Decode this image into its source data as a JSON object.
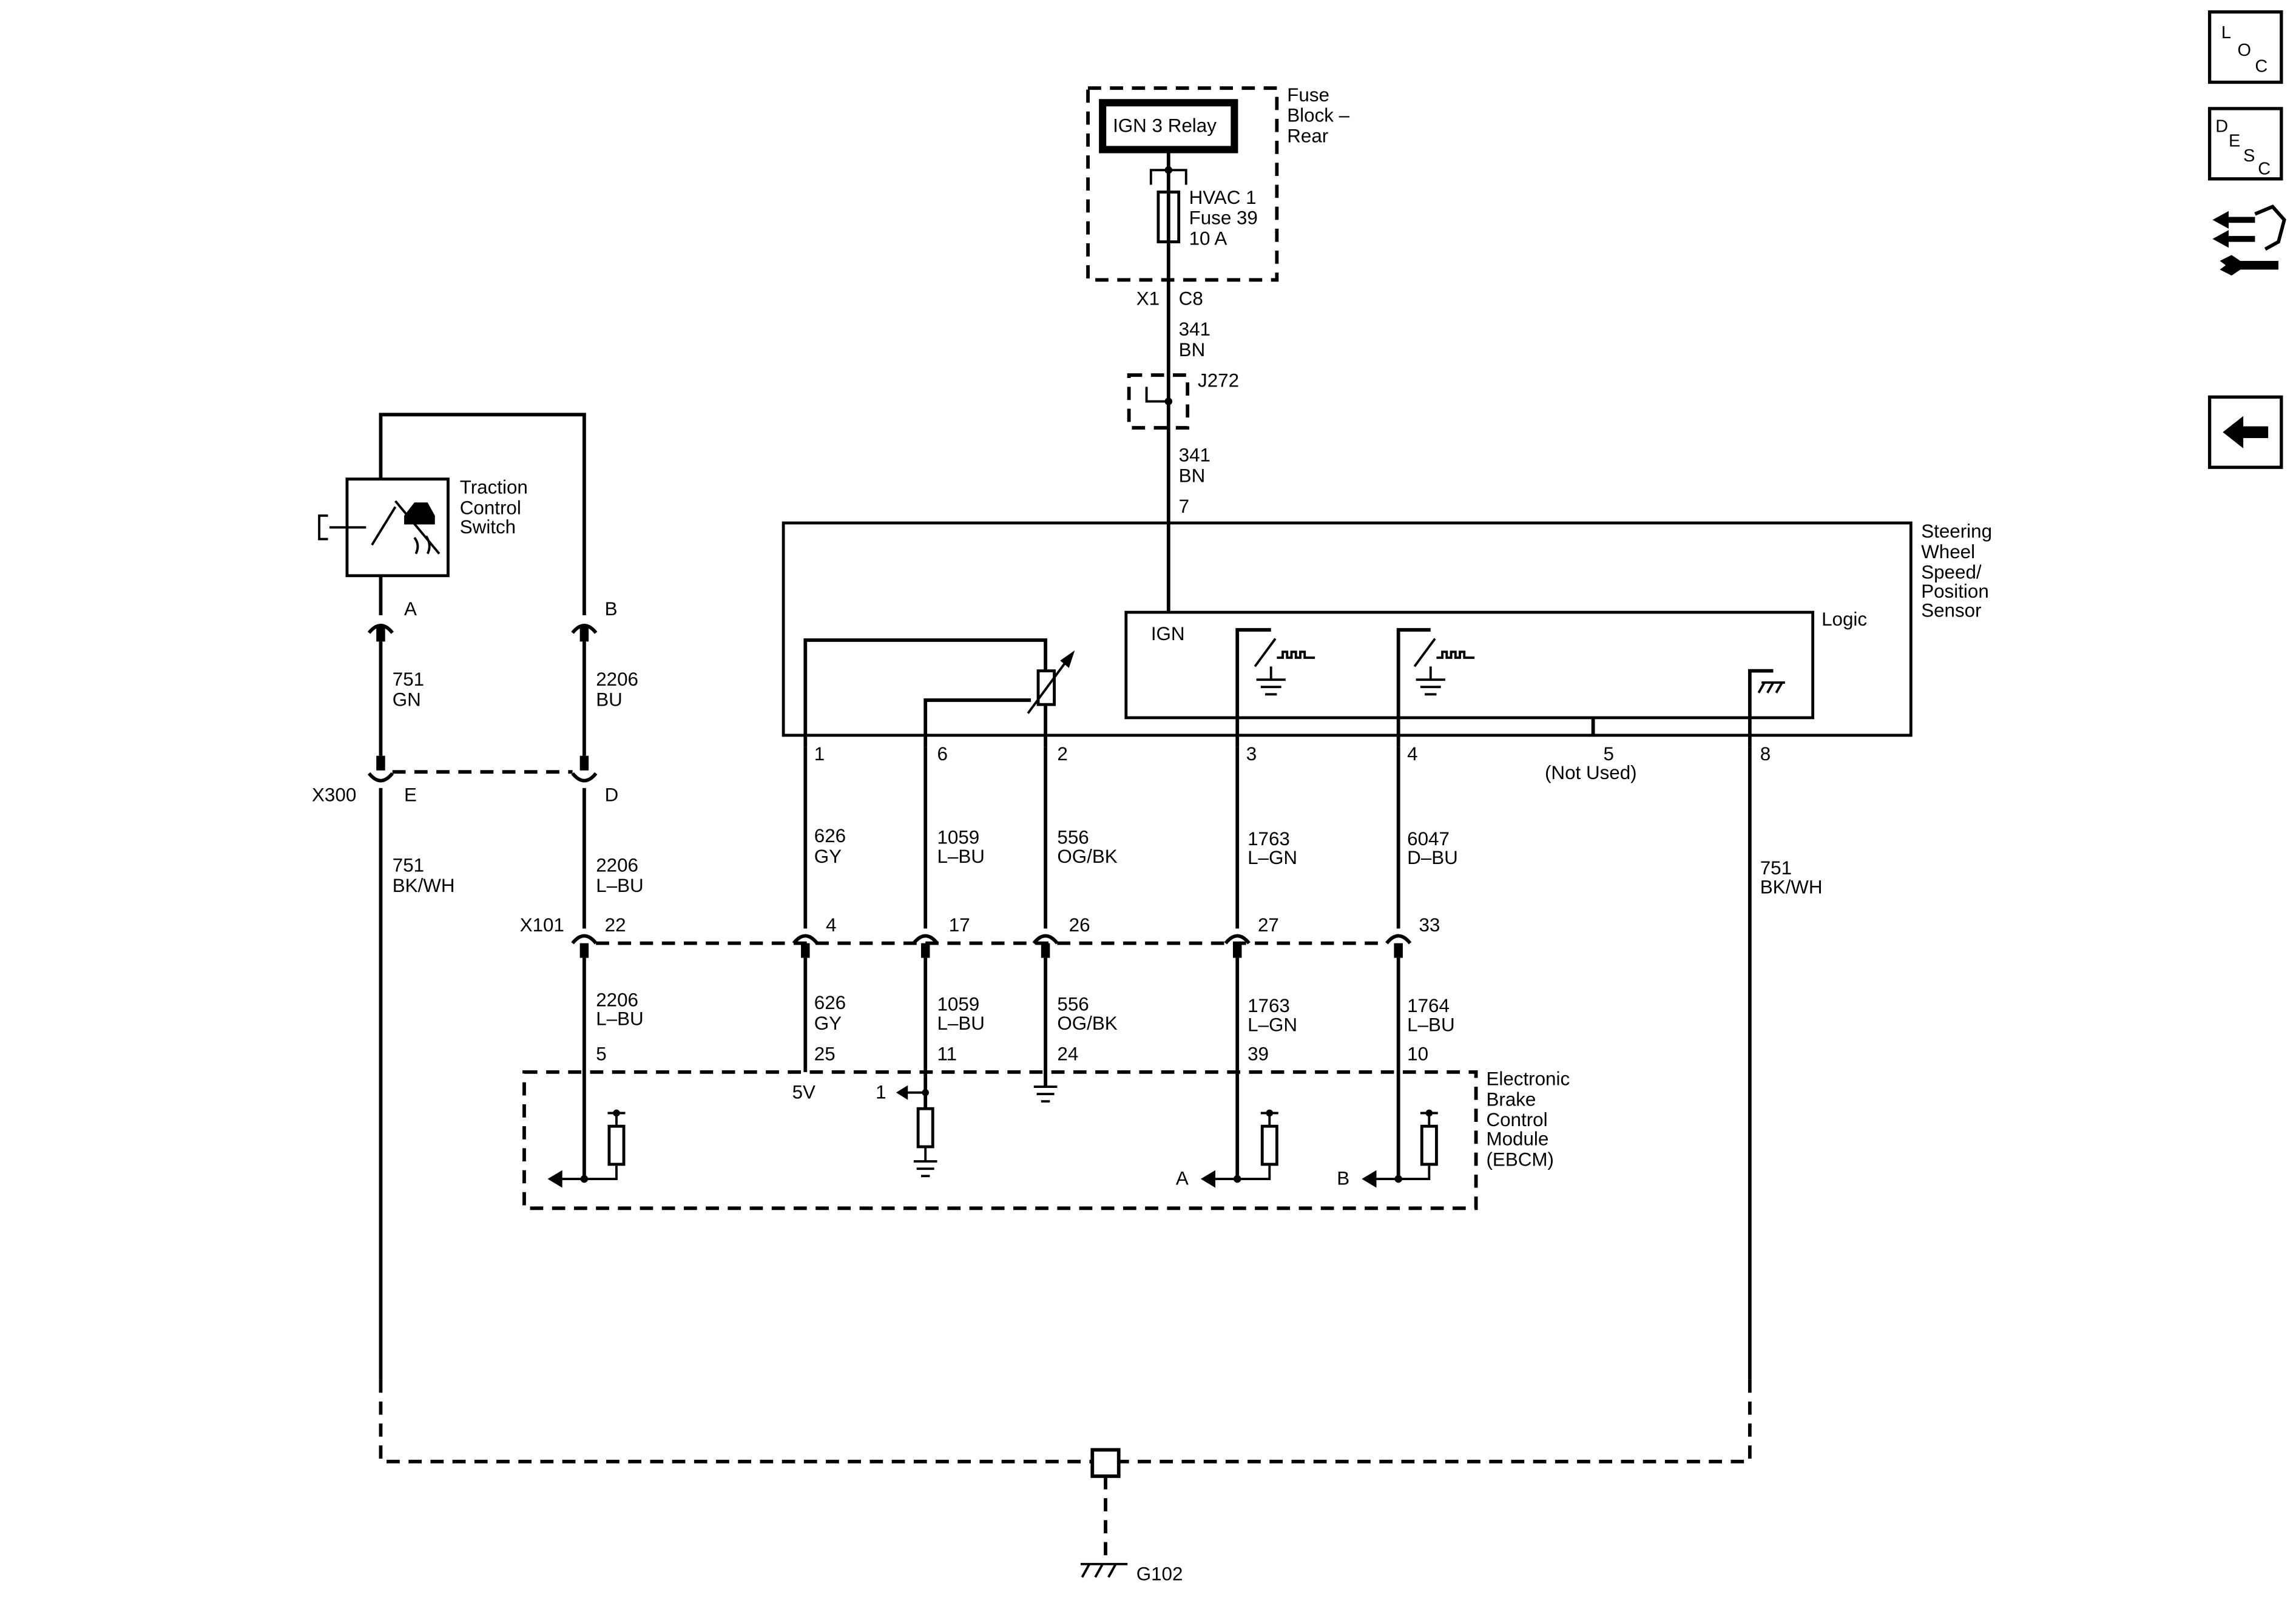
{
  "fuse_block": {
    "title_lines": [
      "Fuse",
      "Block –",
      "Rear"
    ],
    "relay": "IGN 3 Relay",
    "fuse_lines": [
      "HVAC 1",
      "Fuse 39",
      "10 A"
    ],
    "connector": "X1",
    "pin": "C8"
  },
  "splice": "J272",
  "wire_341_a": {
    "circuit": "341",
    "color": "BN"
  },
  "wire_341_b": {
    "circuit": "341",
    "color": "BN"
  },
  "pin_7": "7",
  "swps": {
    "title_lines": [
      "Steering",
      "Wheel",
      "Speed/",
      "Position",
      "Sensor"
    ],
    "logic": "Logic",
    "ign": "IGN",
    "pins": [
      "1",
      "6",
      "2",
      "3",
      "4",
      "5",
      "8"
    ],
    "not_used": "(Not Used)"
  },
  "tcs": {
    "title_lines": [
      "Traction",
      "Control",
      "Switch"
    ],
    "pin_a": "A",
    "pin_b": "B"
  },
  "x300": {
    "name": "X300",
    "pin_e": "E",
    "pin_d": "D"
  },
  "x101": {
    "name": "X101",
    "pins": [
      "22",
      "4",
      "17",
      "26",
      "27",
      "33"
    ]
  },
  "wires_top": [
    {
      "circuit": "751",
      "color": "GN"
    },
    {
      "circuit": "2206",
      "color": "BU"
    }
  ],
  "wires_mid": [
    {
      "circuit": "751",
      "color": "BK/WH"
    },
    {
      "circuit": "2206",
      "color": "L–BU"
    },
    {
      "circuit": "626",
      "color": "GY"
    },
    {
      "circuit": "1059",
      "color": "L–BU"
    },
    {
      "circuit": "556",
      "color": "OG/BK"
    },
    {
      "circuit": "1763",
      "color": "L–GN"
    },
    {
      "circuit": "6047",
      "color": "D–BU"
    },
    {
      "circuit": "751",
      "color": "BK/WH"
    }
  ],
  "wires_low": [
    {
      "circuit": "2206",
      "color": "L–BU"
    },
    {
      "circuit": "626",
      "color": "GY"
    },
    {
      "circuit": "1059",
      "color": "L–BU"
    },
    {
      "circuit": "556",
      "color": "OG/BK"
    },
    {
      "circuit": "1763",
      "color": "L–GN"
    },
    {
      "circuit": "1764",
      "color": "L–BU"
    }
  ],
  "ebcm": {
    "title_lines": [
      "Electronic",
      "Brake",
      "Control",
      "Module",
      "(EBCM)"
    ],
    "pins": [
      "5",
      "25",
      "11",
      "24",
      "39",
      "10"
    ],
    "ref_5v": "5V",
    "ref_1": "1",
    "ref_a": "A",
    "ref_b": "B"
  },
  "ground": "G102",
  "nav": {
    "loc_letters": [
      "L",
      "O",
      "C"
    ],
    "desc_letters": [
      "D",
      "E",
      "S",
      "C"
    ]
  }
}
